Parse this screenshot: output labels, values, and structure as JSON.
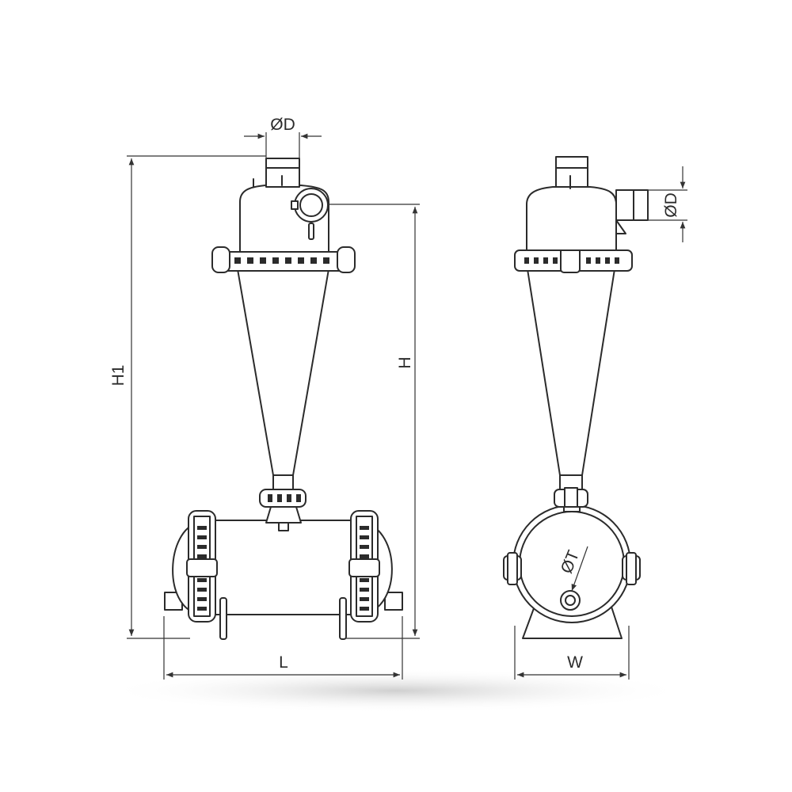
{
  "labels": {
    "inlet_diameter_front": "ØD",
    "inlet_diameter_side": "ØD",
    "overall_height": "H1",
    "height": "H",
    "length": "L",
    "width": "W",
    "outlet_diameter": "ØT"
  },
  "colors": {
    "line": "#2b2b2b",
    "background": "#ffffff",
    "shadow": "#d9d9d9"
  }
}
